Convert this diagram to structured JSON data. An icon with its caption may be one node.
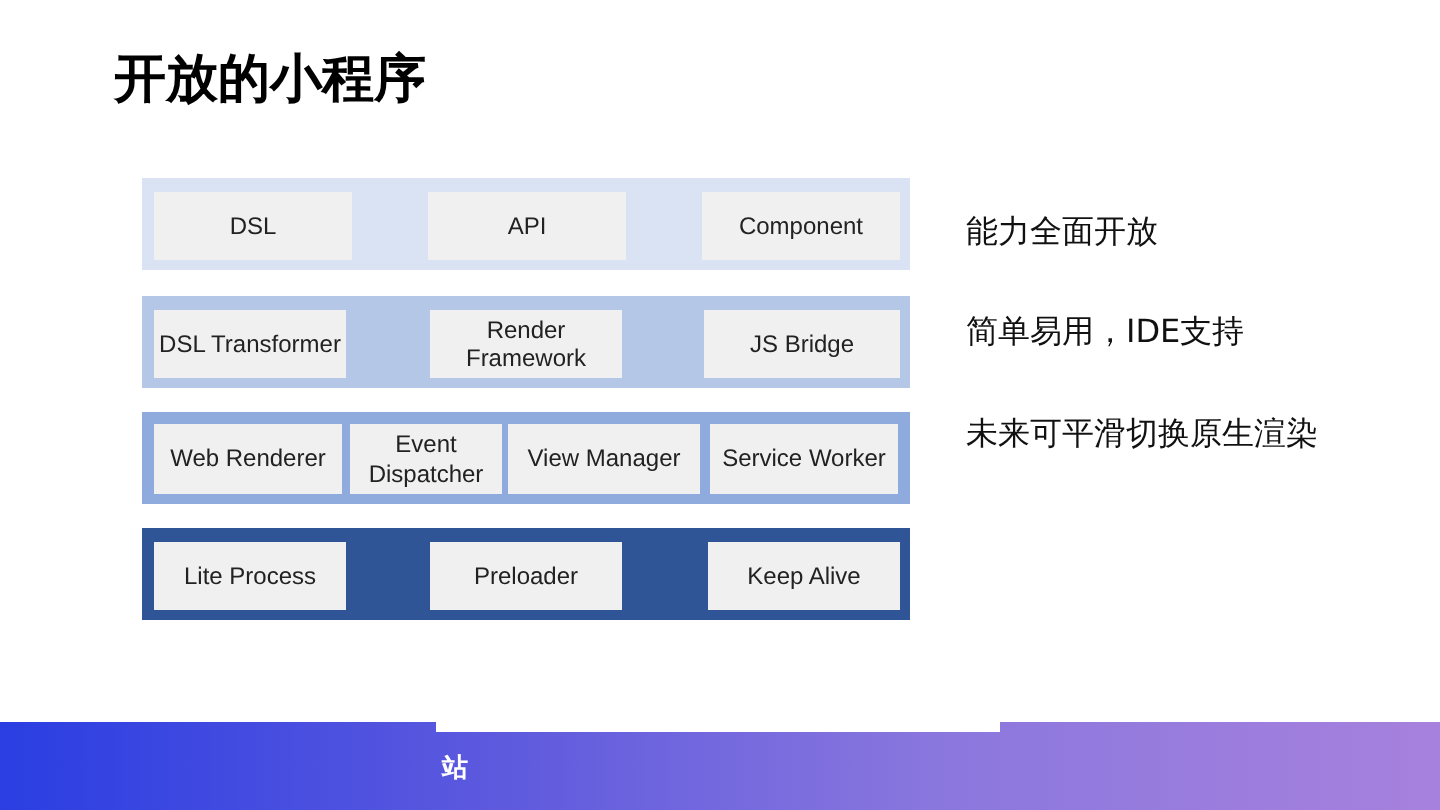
{
  "diagram": {
    "title": "开放的小程序",
    "nodes": [
      {
        "text": [],
        "shape": "box"
      },
      {
        "text": [
          "DSL"
        ],
        "in": 0
      },
      {
        "text": [
          "API"
        ],
        "in": 0
      },
      {
        "text": [
          "Component"
        ],
        "in": 0
      },
      {
        "text": [],
        "shape": "box"
      },
      {
        "text": [
          "DSL Transformer"
        ],
        "in": 4
      },
      {
        "text": [
          "Render Framework"
        ],
        "in": 4
      },
      {
        "text": [
          "JS Bridge"
        ],
        "in": 4
      },
      {
        "text": [],
        "shape": "box"
      },
      {
        "text": [
          "Web Renderer"
        ],
        "in": 8
      },
      {
        "text": [
          "Event Dispatcher"
        ],
        "in": 8
      },
      {
        "text": [
          "View Manager"
        ],
        "in": 8
      },
      {
        "text": [
          "Service Worker"
        ],
        "in": 8
      },
      {
        "text": [],
        "shape": "box"
      },
      {
        "text": [
          "Lite Process"
        ],
        "in": 13
      },
      {
        "text": [
          "Preloader"
        ],
        "in": 13
      },
      {
        "text": [
          "Keep Alive"
        ],
        "in": 13
      }
    ],
    "edges": [],
    "labels": [
      "能力全面开放",
      "简单易用，IDE支持",
      "未来可平滑切换原生渲染",
      "站"
    ]
  }
}
